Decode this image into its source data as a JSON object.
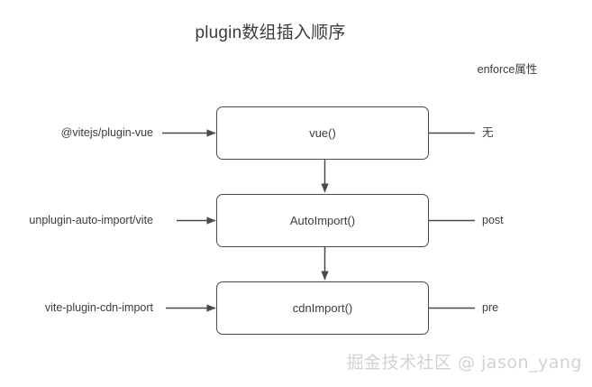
{
  "diagram": {
    "title": "plugin数组插入顺序",
    "background_color": "#ffffff",
    "line_color": "#4a4a4a",
    "text_color": "#3c3c3c",
    "columns": {
      "enforce_header": "enforce属性"
    },
    "rows": [
      {
        "source": "@vitejs/plugin-vue",
        "node": "vue()",
        "enforce": "无"
      },
      {
        "source": "unplugin-auto-import/vite",
        "node": "AutoImport()",
        "enforce": "post"
      },
      {
        "source": "vite-plugin-cdn-import",
        "node": "cdnImport()",
        "enforce": "pre"
      }
    ],
    "watermark": "掘金技术社区 @ jason_yang",
    "watermark_color": "#d2d2d2"
  }
}
